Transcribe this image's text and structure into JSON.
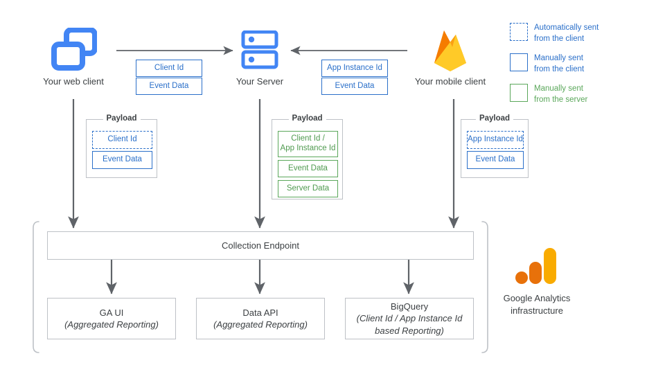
{
  "diagram": {
    "title": "Google Analytics data collection flow",
    "colors": {
      "blue": "#2a6fc9",
      "green": "#5aa75a",
      "arrow_grey": "#5f6368",
      "box_grey": "#bdc1c6",
      "text_grey": "#3c4043",
      "ga_orange": "#E8710A",
      "ga_yellow": "#F9AB00",
      "firebase_yellow": "#FFCA28",
      "firebase_orange": "#F57C00",
      "firebase_amber": "#FFA000"
    }
  },
  "nodes": {
    "web_client": {
      "label": "Your web client",
      "icon": "browser-windows-icon"
    },
    "server": {
      "label": "Your Server",
      "icon": "server-racks-icon"
    },
    "mobile_client": {
      "label": "Your mobile client",
      "icon": "firebase-flame-icon"
    }
  },
  "transit_chips": {
    "web_to_server": [
      {
        "text": "Client Id",
        "style": "blue"
      },
      {
        "text": "Event Data",
        "style": "blue"
      }
    ],
    "mobile_to_server": [
      {
        "text": "App Instance Id",
        "style": "blue"
      },
      {
        "text": "Event Data",
        "style": "blue"
      }
    ]
  },
  "payloads": {
    "web": {
      "title": "Payload",
      "items": [
        {
          "text": "Client Id",
          "style": "dashed-blue"
        },
        {
          "text": "Event Data",
          "style": "blue"
        }
      ]
    },
    "server": {
      "title": "Payload",
      "items": [
        {
          "text": "Client Id /\nApp Instance Id",
          "style": "green"
        },
        {
          "text": "Event Data",
          "style": "green"
        },
        {
          "text": "Server Data",
          "style": "green"
        }
      ]
    },
    "mobile": {
      "title": "Payload",
      "items": [
        {
          "text": "App Instance Id",
          "style": "dashed-blue"
        },
        {
          "text": "Event Data",
          "style": "blue"
        }
      ]
    }
  },
  "infrastructure": {
    "collection_endpoint": {
      "label": "Collection Endpoint"
    },
    "outputs": [
      {
        "title": "GA UI",
        "sub": "(Aggregated Reporting)"
      },
      {
        "title": "Data API",
        "sub": "(Aggregated Reporting)"
      },
      {
        "title": "BigQuery",
        "sub": "(Client Id / App Instance Id\nbased Reporting)"
      }
    ],
    "brand": {
      "line1": "Google Analytics",
      "line2": "infrastructure",
      "icon": "google-analytics-logo"
    }
  },
  "legend": {
    "items": [
      {
        "swatch": "dashed-blue",
        "text": "Automatically sent\nfrom the client",
        "color_class": "blue"
      },
      {
        "swatch": "solid-blue",
        "text": "Manually sent\nfrom the client",
        "color_class": "blue"
      },
      {
        "swatch": "solid-green",
        "text": "Manually sent\nfrom the server",
        "color_class": "green"
      }
    ]
  }
}
